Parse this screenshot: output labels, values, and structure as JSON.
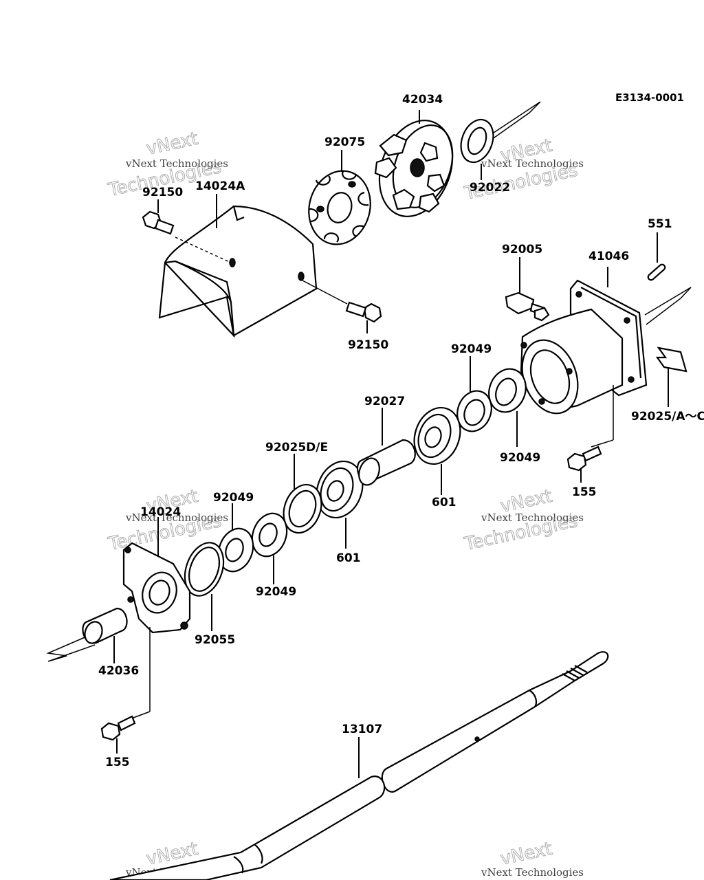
{
  "diagram": {
    "code": "E3134-0001",
    "watermark_small": "vNext Technologies",
    "watermark_big_1": "vNext",
    "watermark_big_2": "Technologies",
    "labels": {
      "p42034": "42034",
      "p92075": "92075",
      "p92022": "92022",
      "p92150_top": "92150",
      "p14024A": "14024A",
      "p92150_mid": "92150",
      "p551": "551",
      "p92005": "92005",
      "p41046": "41046",
      "p92049_a": "92049",
      "p92025_AC": "92025/A～C",
      "p92027": "92027",
      "p92049_b": "92049",
      "p155_right": "155",
      "p92025DE": "92025D/E",
      "p601_a": "601",
      "p601_b": "601",
      "p14024": "14024",
      "p92049_c": "92049",
      "p92049_d": "92049",
      "p92055": "92055",
      "p42036": "42036",
      "p155_left": "155",
      "p13107": "13107"
    }
  }
}
